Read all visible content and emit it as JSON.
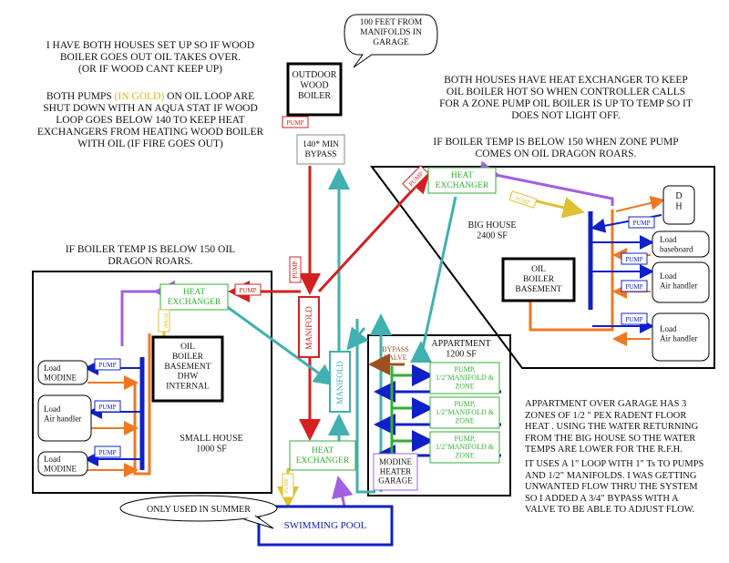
{
  "notes": {
    "top_left_line1": "I HAVE BOTH HOUSES SET UP SO IF WOOD\nBOILER GOES OUT OIL TAKES OVER.\n(OR IF WOOD CANT KEEP UP)",
    "top_left_line2_a": "BOTH PUMPS ",
    "top_left_line2_gold": "(IN GOLD)",
    "top_left_line2_b": " ON OIL LOOP ARE\nSHUT DOWN WITH AN AQUA STAT IF WOOD\nLOOP GOES BELOW 140 TO KEEP HEAT\nEXCHANGERS FROM HEATING WOOD BOILER\nWITH OIL (IF FIRE GOES OUT)",
    "small_house_note": "IF BOILER TEMP IS BELOW 150  OIL\nDRAGON ROARS.",
    "top_right_note": "BOTH HOUSES HAVE HEAT EXCHANGER TO KEEP\nOIL BOILER HOT SO WHEN CONTROLLER CALLS\nFOR A ZONE PUMP OIL BOILER IS UP TO TEMP SO IT\nDOES NOT LIGHT OFF.",
    "big_house_note": "IF BOILER TEMP IS BELOW 150 WHEN ZONE PUMP\nCOMES ON OIL DRAGON ROARS.",
    "appt_note_1": "APPARTMENT OVER GARAGE HAS 3\nZONES OF 1/2 \" PEX RADENT FLOOR\nHEAT .  USING THE WATER RETURNING\nFROM THE BIG HOUSE SO THE WATER\nTEMPS ARE LOWER FOR THE  R.F.H.",
    "appt_note_2": "IT USES A 1\" LOOP WITH 1\" Ts TO PUMPS\nAND 1/2\" MANIFOLDS.  I WAS GETTING\nUNWANTED FLOW THRU THE SYSTEM\nSO I ADDED A 3/4\" BYPASS WITH A\nVALVE TO BE ABLE TO ADJUST FLOW."
  },
  "callouts": {
    "distance": "100 FEET FROM\nMANIFOLDS IN\nGARAGE",
    "summer": "ONLY USED IN SUMMER"
  },
  "labels": {
    "outdoor_boiler": "OUTDOOR\nWOOD\nBOILER",
    "bypass": "140* MIN\nBYPASS",
    "pump": "PUMP",
    "manifold": "MANIFOLD",
    "heat_exchanger": "HEAT\nEXCHANGER",
    "swimming_pool": "SWIMMING POOL",
    "small_house": "SMALL HOUSE\n1000 SF",
    "small_boiler": "OIL\nBOILER\nBASEMENT\nDHW\nINTERNAL",
    "load_modine": "Load\nMODINE",
    "load_air": "Load\nAir handler",
    "big_house": "BIG HOUSE\n2400 SF",
    "big_boiler": "OIL\nBOILER\nBASEMENT",
    "dh": "D\nH",
    "load_baseboard": "Load\nbaseboard",
    "appartment": "APPARTMENT\n1200 SF",
    "bypass_valve": "BYPASS\nVALVE",
    "zone_pump": "PUMP,\n1/2\"MANIFOLD &\nZONE",
    "modine_garage": "MODINE\nHEATER\nGARAGE"
  },
  "colors": {
    "hot": "#d42020",
    "return": "#40b0b0",
    "hx": "#30b030",
    "blue": "#1020c8",
    "orange": "#f07820",
    "purple": "#a060e0",
    "gold": "#e0c030",
    "brown": "#a05020",
    "black": "#000000"
  }
}
